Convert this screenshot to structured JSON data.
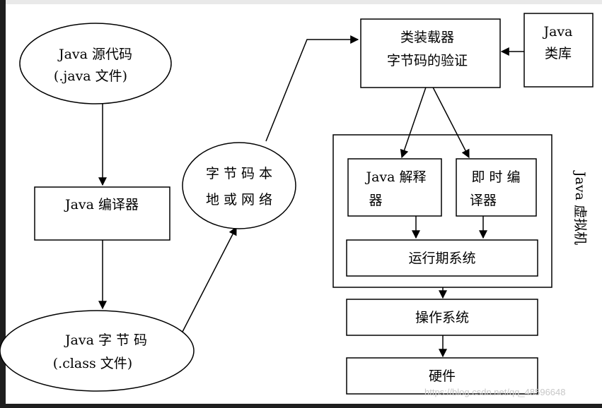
{
  "nodes": {
    "java_source": [
      "Java 源代码",
      "(.java 文件)"
    ],
    "java_compiler": [
      "Java 编译器"
    ],
    "java_bytecode": [
      "Java  字 节 码",
      "(.class 文件)"
    ],
    "bytecode_local_network": [
      "字 节 码 本",
      "地 或 网 络"
    ],
    "class_loader": [
      "类装载器",
      "字节码的验证"
    ],
    "java_class_library": [
      "Java",
      "类库"
    ],
    "java_interpreter": [
      "Java 解释",
      "器"
    ],
    "jit_compiler": [
      "即 时 编",
      "译器"
    ],
    "runtime_system": [
      "运行期系统"
    ],
    "operating_system": [
      "操作系统"
    ],
    "hardware": [
      "硬件"
    ]
  },
  "jvm_label": "Java 虚拟机",
  "watermark": "https://blog.csdn.net/qq_48596648"
}
